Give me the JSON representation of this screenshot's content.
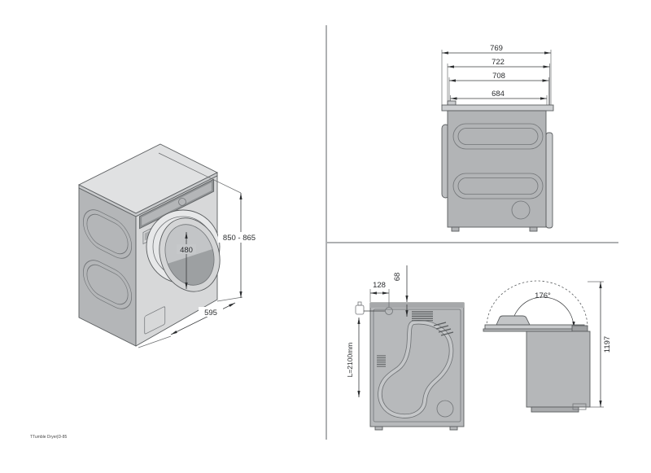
{
  "document": {
    "footer_label": "TTumble Dryer|D-85"
  },
  "views": {
    "isometric": {
      "height_range_mm": "850 - 865",
      "width_mm": "595",
      "door_diameter_mm": "480"
    },
    "side": {
      "depth_outer_mm": "769",
      "depth_with_door_mm": "722",
      "depth_body_mm": "708",
      "depth_inner_mm": "684"
    },
    "rear": {
      "cord_offset_mm": "128",
      "vent_offset_mm": "68",
      "cord_length": "L=2100mm"
    },
    "open_lid": {
      "lid_angle": "176°",
      "height_lid_open_mm": "1197"
    }
  },
  "colors": {
    "background": "#ffffff",
    "divider": "#aeb0b2",
    "body_fill": "#b5b7b9",
    "panel_light": "#d8d9da",
    "line": "#55585a",
    "dimension_text": "#2b2d2f"
  }
}
